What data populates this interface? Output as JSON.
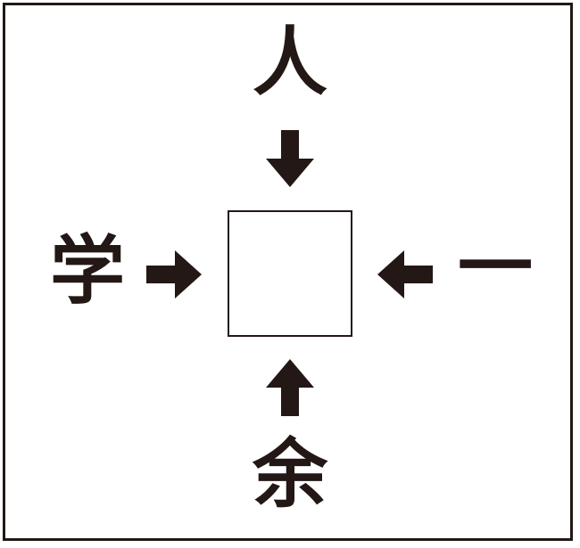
{
  "puzzle": {
    "chars": {
      "top": "人",
      "left": "学",
      "right": "一",
      "bottom": "余"
    },
    "answer_box": ""
  },
  "colors": {
    "ink": "#231815",
    "background": "#ffffff"
  }
}
